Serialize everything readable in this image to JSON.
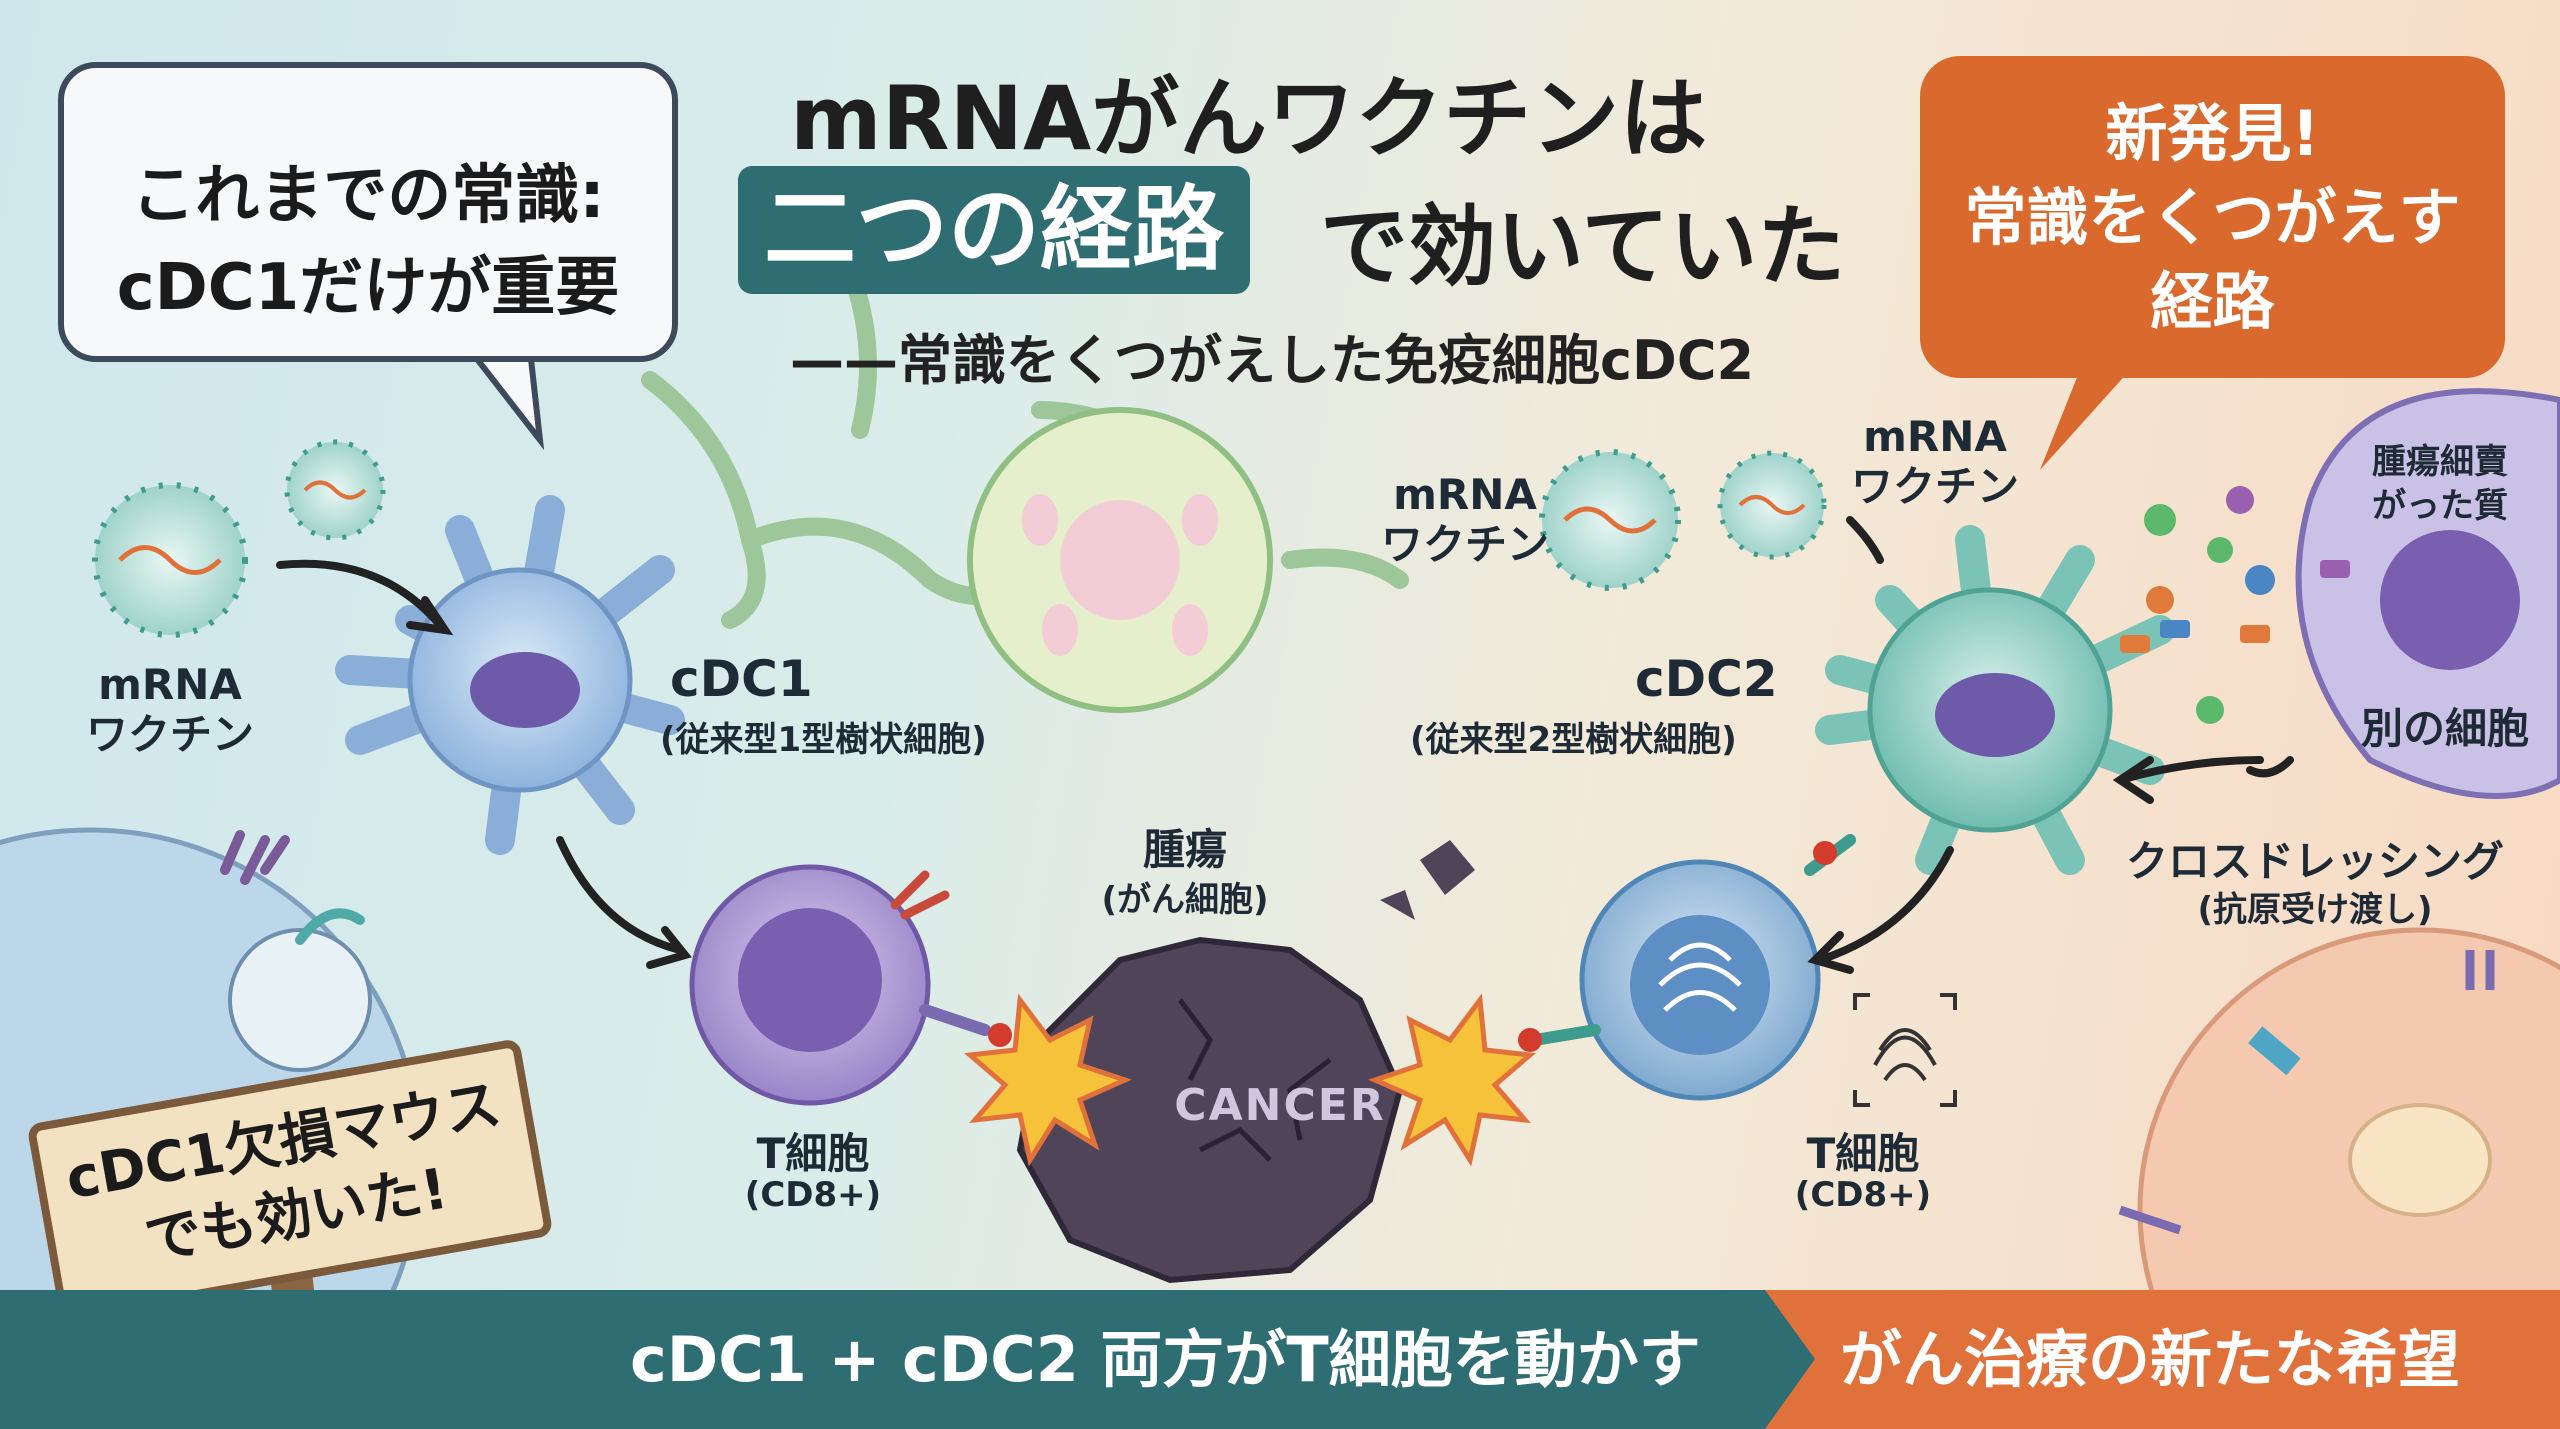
{
  "title": {
    "line1": "mRNAがんワクチンは",
    "highlight": "二つの経路",
    "line2_rest": "で効いていた",
    "subtitle": "——常識をくつがえした免疫細胞cDC2"
  },
  "bubble_left": {
    "line1": "これまでの常識:",
    "line2": "cDC1だけが重要"
  },
  "bubble_right": {
    "line1": "新発見!",
    "line2": "常識をくつがえす",
    "line3": "経路"
  },
  "labels": {
    "mrna_left": [
      "mRNA",
      "ワクチン"
    ],
    "cdc1_name": "cDC1",
    "cdc1_desc": "(従来型1型樹状細胞)",
    "tcell_left_name": "T細胞",
    "tcell_left_desc": "(CD8+)",
    "tumor_name": "腫瘍",
    "tumor_desc": "(がん細胞)",
    "cancer": "CANCER",
    "mrna_mid": [
      "mRNA",
      "ワクチン"
    ],
    "mrna_right": [
      "mRNA",
      "ワクチン"
    ],
    "cdc2_name": "cDC2",
    "cdc2_desc": "(従来型2型樹状細胞)",
    "tcell_right_name": "T細胞",
    "tcell_right_desc": "(CD8+)",
    "other_cell_top": [
      "腫瘍細賣",
      "がった質"
    ],
    "other_cell": "別の細胞",
    "cross_dressing": "クロスドレッシング",
    "cross_dressing_desc": "(抗原受け渡し)"
  },
  "sign": {
    "line1": "cDC1欠損マウス",
    "line2": "でも効いた!"
  },
  "bottom": {
    "left": "cDC1 + cDC2 両方がT細胞を動かす",
    "right": "がん治療の新たな希望"
  },
  "colors": {
    "teal": "#2e6e73",
    "orange": "#e0713a",
    "cdc1": "#a9c9e8",
    "cdc2": "#8fcfc4",
    "tcell": "#9a7fc4",
    "tumor": "#4f4458"
  }
}
